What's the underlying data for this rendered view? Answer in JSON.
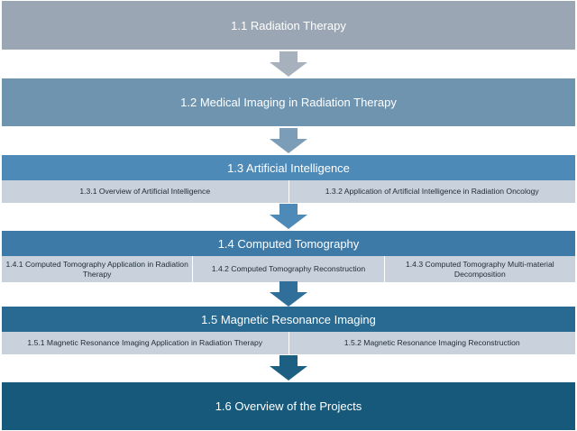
{
  "sections": {
    "s1": {
      "title": "1.1 Radiation Therapy"
    },
    "s2": {
      "title": "1.2 Medical Imaging in Radiation Therapy"
    },
    "s3": {
      "title": "1.3 Artificial Intelligence",
      "subs": [
        "1.3.1 Overview of Artificial Intelligence",
        "1.3.2 Application of Artificial Intelligence in Radiation Oncology"
      ]
    },
    "s4": {
      "title": "1.4 Computed Tomography",
      "subs": [
        "1.4.1 Computed Tomography Application in Radiation Therapy",
        "1.4.2 Computed Tomography Reconstruction",
        "1.4.3 Computed Tomography Multi-material Decomposition"
      ]
    },
    "s5": {
      "title": "1.5 Magnetic Resonance Imaging",
      "subs": [
        "1.5.1 Magnetic Resonance Imaging Application in Radiation Therapy",
        "1.5.2 Magnetic Resonance Imaging Reconstruction"
      ]
    },
    "s6": {
      "title": "1.6 Overview of the Projects"
    }
  },
  "colors": {
    "arrow1": "#9aa6b3",
    "arrow2": "#6e94b0",
    "arrow3": "#4e8ab8",
    "arrow4": "#286a91",
    "arrow5": "#16597b"
  }
}
